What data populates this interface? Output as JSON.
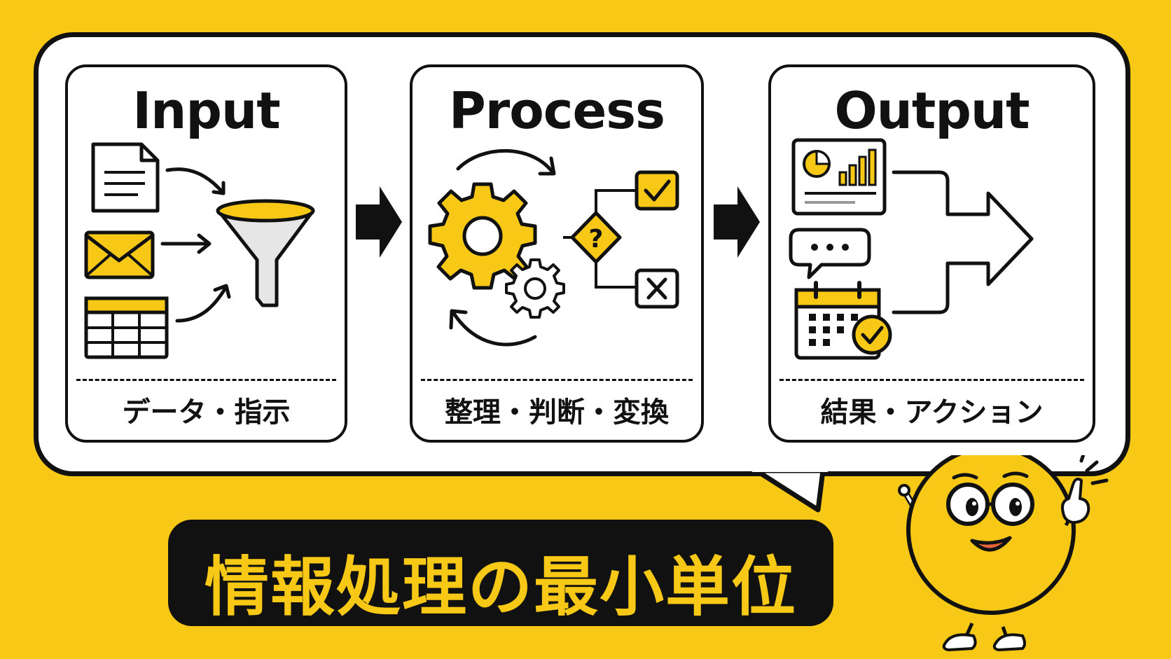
{
  "headline": "情報処理の最小単位",
  "stages": [
    {
      "title": "Input",
      "caption": "データ・指示"
    },
    {
      "title": "Process",
      "caption": "整理・判断・変換"
    },
    {
      "title": "Output",
      "caption": "結果・アクション"
    }
  ],
  "decision": {
    "question_mark": "?",
    "dots": "..."
  },
  "colors": {
    "background": "#F7C815",
    "accent": "#F7C815",
    "ink": "#111111",
    "panel": "#FFFFFF"
  },
  "icons": {
    "input": [
      "document-icon",
      "envelope-icon",
      "spreadsheet-icon",
      "funnel-icon"
    ],
    "process": [
      "gear-icon",
      "cycle-arrows-icon",
      "decision-diamond-icon",
      "check-box-icon",
      "cross-box-icon"
    ],
    "output": [
      "chart-report-icon",
      "speech-bubble-icon",
      "calendar-check-icon",
      "merge-arrow-icon"
    ]
  }
}
